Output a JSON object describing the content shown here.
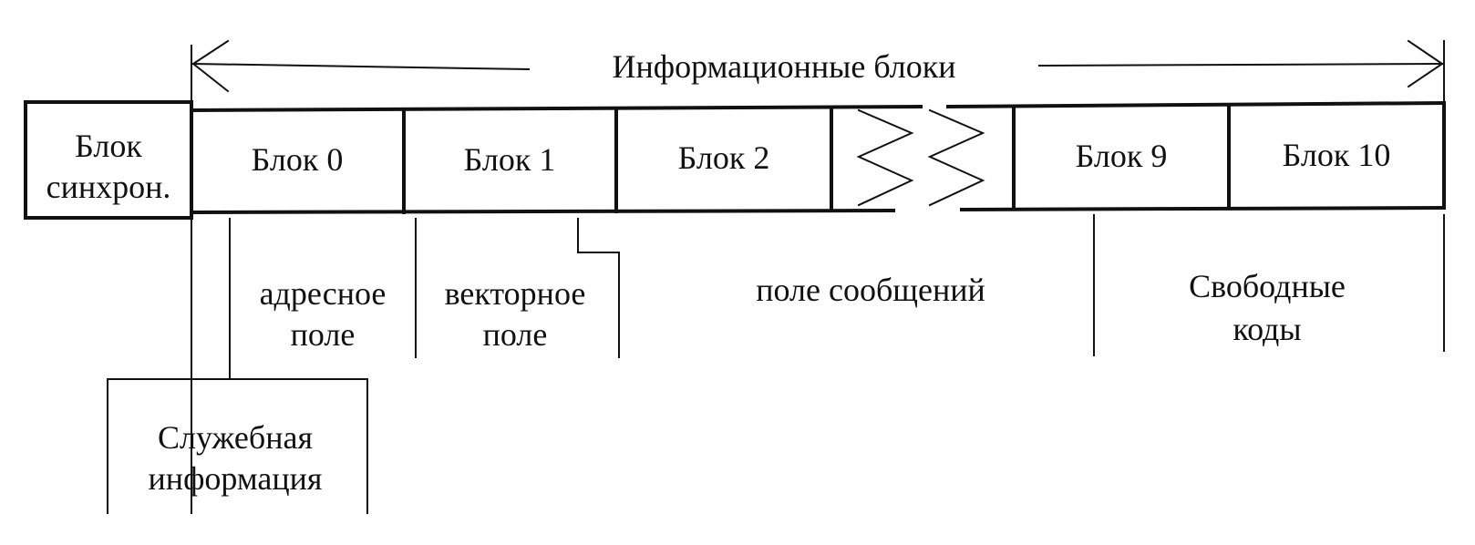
{
  "header": {
    "info_blocks_label": "Информационные блоки"
  },
  "blocks": {
    "sync_line1": "Блок",
    "sync_line2": "синхрон.",
    "block_0": "Блок 0",
    "block_1": "Блок 1",
    "block_2": "Блок 2",
    "block_9": "Блок 9",
    "block_10": "Блок 10"
  },
  "fields": {
    "address_line1": "адресное",
    "address_line2": "поле",
    "vector_line1": "векторное",
    "vector_line2": "поле",
    "message": "поле сообщений",
    "free_line1": "Свободные",
    "free_line2": "коды",
    "service_line1": "Служебная",
    "service_line2": "информация"
  },
  "colors": {
    "ink": "#111111",
    "paper": "#ffffff"
  }
}
